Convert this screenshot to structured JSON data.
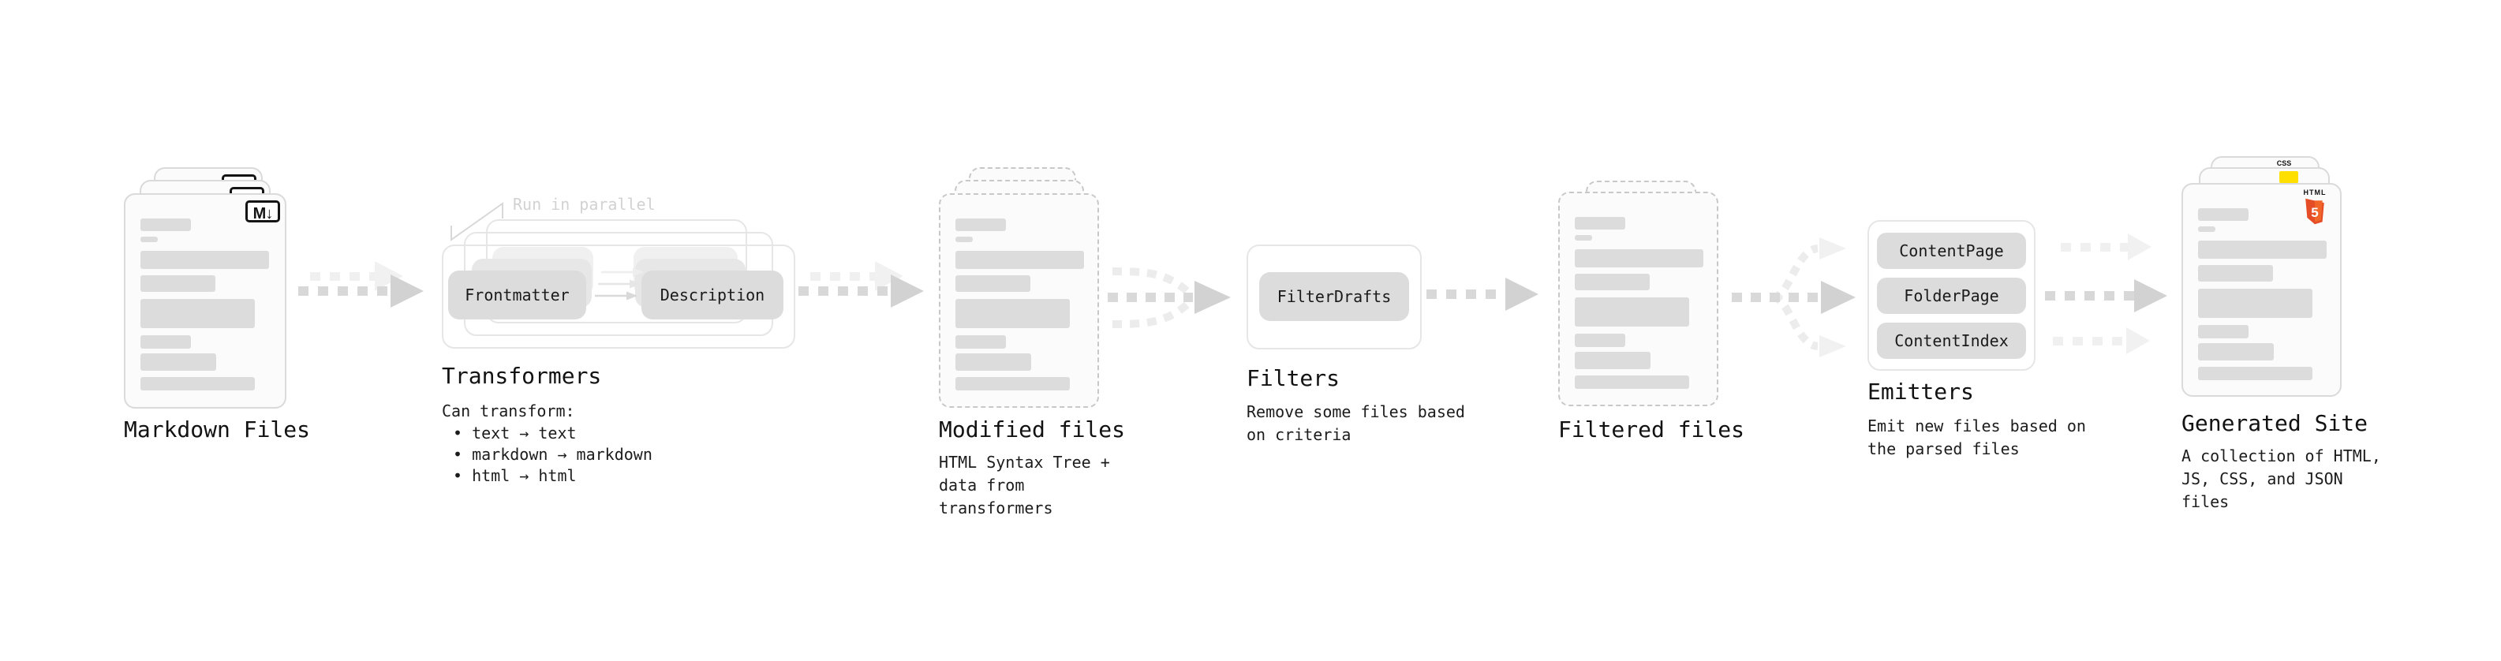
{
  "stages": {
    "markdown": {
      "title": "Markdown Files",
      "badge": "M↓"
    },
    "transformers": {
      "title": "Transformers",
      "annotation": "Run in parallel",
      "pill_left": "Frontmatter",
      "pill_right": "Description",
      "subtitle": "Can transform:",
      "bullets": [
        "• text → text",
        "• markdown → markdown",
        "• html → html"
      ]
    },
    "modified": {
      "title": "Modified files",
      "subtitle": "HTML Syntax Tree +\ndata from transformers"
    },
    "filters": {
      "title": "Filters",
      "pill": "FilterDrafts",
      "subtitle": "Remove some files based\non criteria"
    },
    "filtered": {
      "title": "Filtered files"
    },
    "emitters": {
      "title": "Emitters",
      "pills": [
        "ContentPage",
        "FolderPage",
        "ContentIndex"
      ],
      "subtitle": "Emit new files based on\nthe parsed files"
    },
    "generated": {
      "title": "Generated Site",
      "subtitle": "A collection of HTML,\nJS, CSS, and JSON files",
      "badge_css": "CSS",
      "badge_html": "HTML",
      "badge_html_number": "5"
    }
  },
  "colors": {
    "html_orange_dark": "#e44d26",
    "html_orange_light": "#f16529",
    "css_blue": "#2962ff",
    "js_yellow": "#ffdf00",
    "pill_gray": "#dcdcdc",
    "arrow_gray": "#d8d8d8",
    "arrow_faint": "#f0f0f0"
  }
}
